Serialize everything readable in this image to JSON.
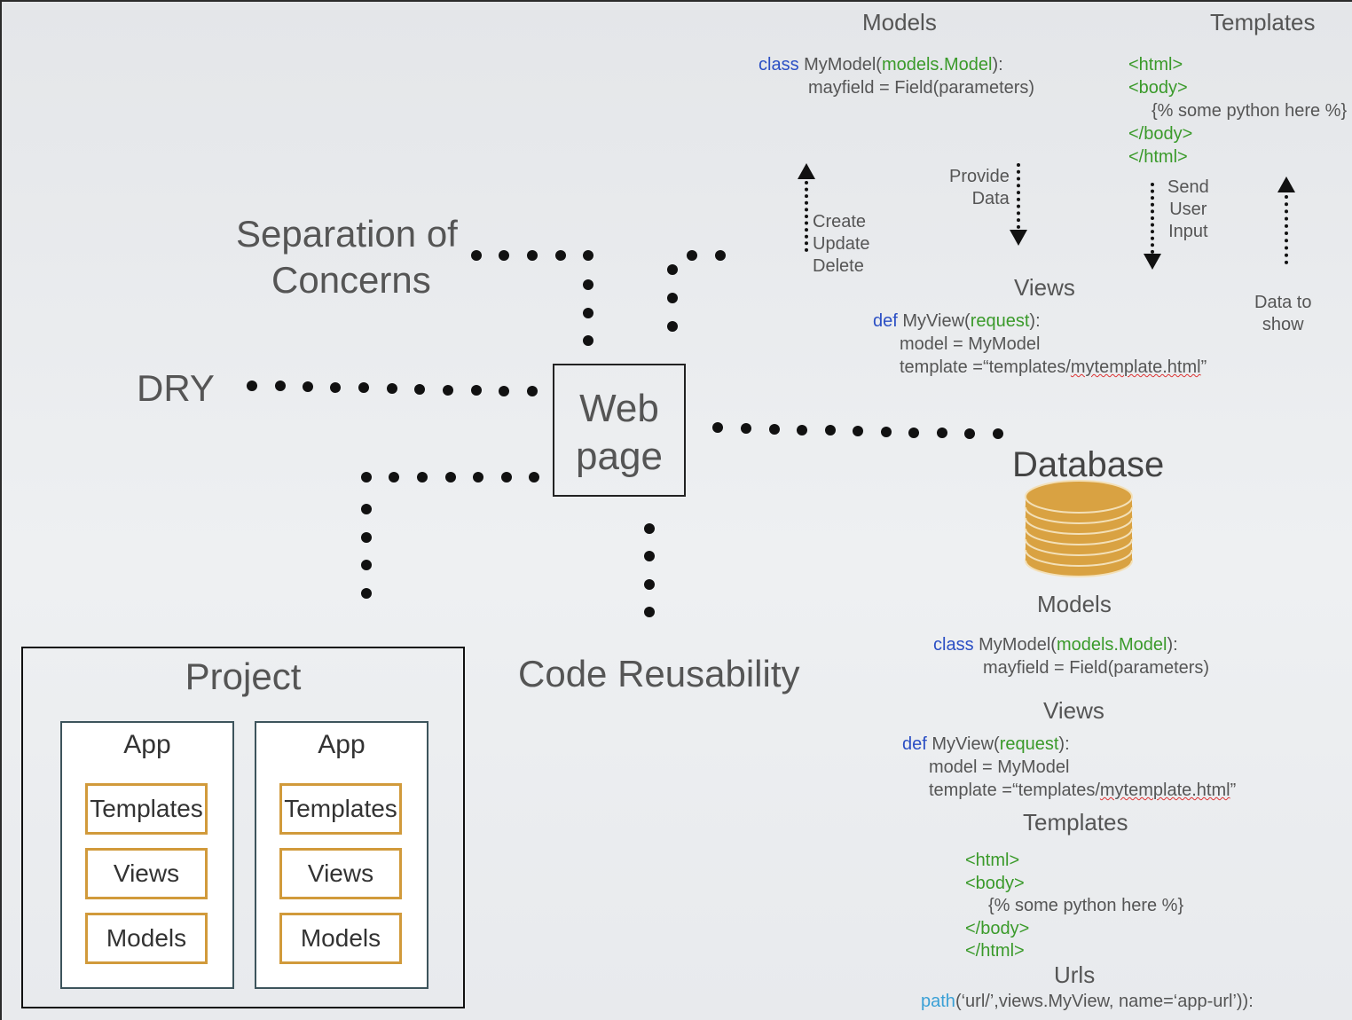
{
  "labels": {
    "separation_line1": "Separation of",
    "separation_line2": "Concerns",
    "dry": "DRY",
    "code_reusability": "Code Reusability",
    "webpage_line1": "Web",
    "webpage_line2": "page",
    "database": "Database"
  },
  "top": {
    "models_title": "Models",
    "templates_title": "Templates",
    "views_title": "Views",
    "models_code": {
      "kw": "class",
      "name": " MyModel(",
      "arg": "models.Model",
      "end": "):",
      "line2": "mayfield = Field(parameters)"
    },
    "templates_code": {
      "l1": "<html>",
      "l2": "<body>",
      "l3": "{% some python here %}",
      "l4": "</body>",
      "l5": "</html>"
    },
    "views_code": {
      "kw": "def",
      "name": " MyView(",
      "arg": "request",
      "end": "):",
      "line2": "model = MyModel",
      "line3_pre": "template =“templates/",
      "line3_ul": "mytemplate.html",
      "line3_post": "”"
    },
    "cud": {
      "l1": "Create",
      "l2": "Update",
      "l3": "Delete"
    },
    "provide": {
      "l1": "Provide",
      "l2": "Data"
    },
    "send": {
      "l1": "Send",
      "l2": "User",
      "l3": "Input"
    },
    "show": {
      "l1": "Data to",
      "l2": "show"
    }
  },
  "db": {
    "models_title": "Models",
    "views_title": "Views",
    "templates_title": "Templates",
    "urls_title": "Urls",
    "models_code": {
      "kw": "class",
      "name": " MyModel(",
      "arg": "models.Model",
      "end": "):",
      "line2": "mayfield = Field(parameters)"
    },
    "views_code": {
      "kw": "def",
      "name": " MyView(",
      "arg": "request",
      "end": "):",
      "line2": "model = MyModel",
      "line3_pre": "template =“templates/",
      "line3_ul": "mytemplate.html",
      "line3_post": "”"
    },
    "templates_code": {
      "l1": "<html>",
      "l2": "<body>",
      "l3": "{% some python here %}",
      "l4": "</body>",
      "l5": "</html>"
    },
    "urls_code": {
      "fn": "path",
      "rest": "(‘url/’,views.MyView, name=‘app-url’)):"
    }
  },
  "project": {
    "title": "Project",
    "apps": [
      {
        "title": "App",
        "templates": "Templates",
        "views": "Views",
        "models": "Models"
      },
      {
        "title": "App",
        "templates": "Templates",
        "views": "Views",
        "models": "Models"
      }
    ]
  },
  "colors": {
    "keyword": "#2b4fc4",
    "code_green": "#3a9a2a",
    "database": "#d9a242",
    "box_border": "#d19a3b",
    "app_border": "#3d545c"
  }
}
